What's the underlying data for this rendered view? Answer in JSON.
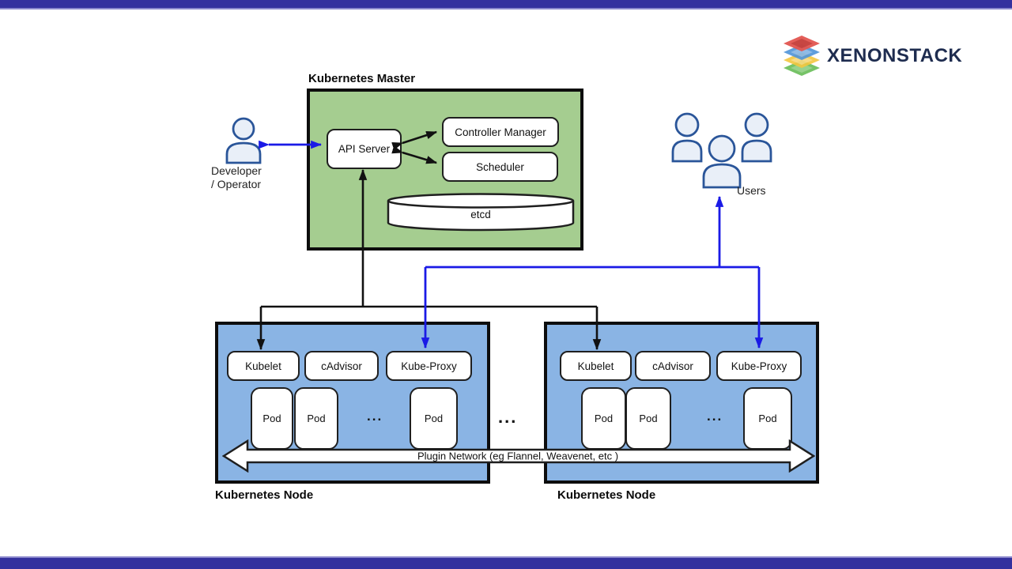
{
  "logo": {
    "text": "XENONSTACK"
  },
  "master": {
    "label": "Kubernetes Master",
    "api_server": "API Server",
    "controller_manager": "Controller Manager",
    "scheduler": "Scheduler",
    "etcd": "etcd"
  },
  "actors": {
    "developer_line1": "Developer",
    "developer_line2": "/ Operator",
    "users": "Users"
  },
  "nodes": [
    {
      "label": "Kubernetes Node",
      "kubelet": "Kubelet",
      "cadvisor": "cAdvisor",
      "kube_proxy": "Kube-Proxy",
      "pods": [
        "Pod",
        "Pod",
        "...",
        "Pod"
      ]
    },
    {
      "label": "Kubernetes Node",
      "kubelet": "Kubelet",
      "cadvisor": "cAdvisor",
      "kube_proxy": "Kube-Proxy",
      "pods": [
        "Pod",
        "Pod",
        "...",
        "Pod"
      ]
    }
  ],
  "network": {
    "label": "Plugin Network (eg Flannel, Weavenet, etc )"
  },
  "between_nodes_ellipsis": "...",
  "colors": {
    "bar": "#34319e",
    "master_fill": "#a5cd90",
    "node_fill": "#8ab4e4",
    "arrow_black": "#111111",
    "arrow_blue": "#1a1ae6",
    "person_fill": "#e9eff8",
    "person_stroke": "#2a5599",
    "logo_navy": "#1e2c4f",
    "logo_red": "#e25550",
    "logo_blue": "#4f94d8",
    "logo_yellow": "#f3c63f",
    "logo_green": "#67bd57"
  }
}
